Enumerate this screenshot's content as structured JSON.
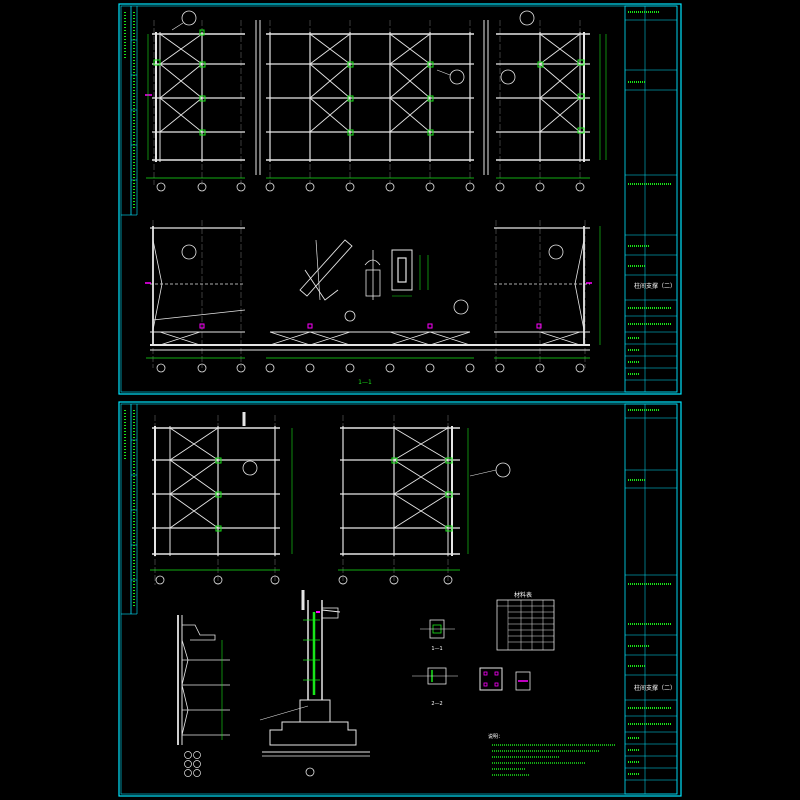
{
  "colors": {
    "background": "#000000",
    "frame": "#00e5ff",
    "structure": "#e6e6e6",
    "dimension": "#19e619",
    "marker": "#ff00ff",
    "gridline": "#7a7a7a"
  },
  "sheets": [
    {
      "section_label": "1—1",
      "title_block_name": "柱间支撑（二）"
    },
    {
      "note_heading": "说明：",
      "table_title": "材料表",
      "detail_labels": [
        "1—1",
        "2—2"
      ],
      "title_block_name": "柱间支撑（二）"
    }
  ]
}
